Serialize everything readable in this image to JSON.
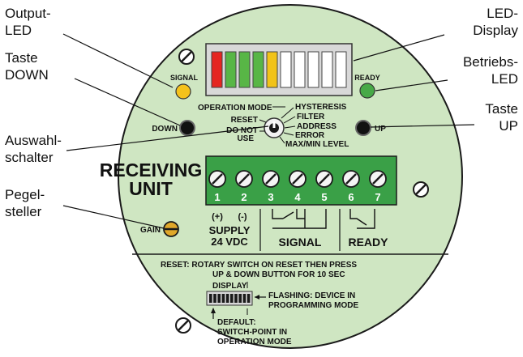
{
  "callouts": {
    "output_led": [
      "Output-",
      "LED"
    ],
    "taste_down": [
      "Taste",
      "DOWN"
    ],
    "auswahlschalter": [
      "Auswahl-",
      "schalter"
    ],
    "pegelsteller": [
      "Pegel-",
      "steller"
    ],
    "led_display": [
      "LED-",
      "Display"
    ],
    "betriebs_led": [
      "Betriebs-",
      "LED"
    ],
    "taste_up": [
      "Taste",
      "UP"
    ]
  },
  "panel": {
    "signal_led_label": "SIGNAL",
    "ready_led_label": "READY",
    "down_button_label": "DOWN",
    "up_button_label": "UP",
    "operation_mode_label": "OPERATION MODE",
    "switch_left": [
      "RESET",
      "DO NOT",
      "USE"
    ],
    "switch_right": [
      "HYSTERESIS",
      "FILTER",
      "ADDRESS",
      "ERROR",
      "MAX/MIN LEVEL"
    ],
    "receiving_unit": [
      "RECEIVING",
      "UNIT"
    ],
    "terminals": [
      "1",
      "2",
      "3",
      "4",
      "5",
      "6",
      "7"
    ],
    "polarity": [
      "(+)",
      "(-)"
    ],
    "supply": [
      "SUPPLY",
      "24 VDC"
    ],
    "signal_group": "SIGNAL",
    "ready_group": "READY",
    "gain_label": "GAIN",
    "reset_note": [
      "RESET: ROTARY SWITCH ON RESET THEN PRESS",
      "UP & DOWN BUTTON FOR 10 SEC"
    ],
    "display_label": "DISPLAY",
    "flashing_note": [
      "FLASHING: DEVICE IN",
      "PROGRAMMING MODE"
    ],
    "default_note": [
      "DEFAULT:",
      "SWITCH-POINT IN",
      "OPERATION MODE"
    ]
  },
  "display_segments": [
    "red",
    "green",
    "green",
    "green",
    "yellow",
    "white",
    "white",
    "white",
    "white",
    "white"
  ],
  "colors": {
    "panel_fill": "#cfe6c2",
    "terminal_block": "#3aa047",
    "seg_red": "#e52521",
    "seg_green": "#58b646",
    "seg_yellow": "#f2c318",
    "seg_white": "#ffffff",
    "signal_led": "#f5c21b",
    "ready_led": "#47a947"
  }
}
